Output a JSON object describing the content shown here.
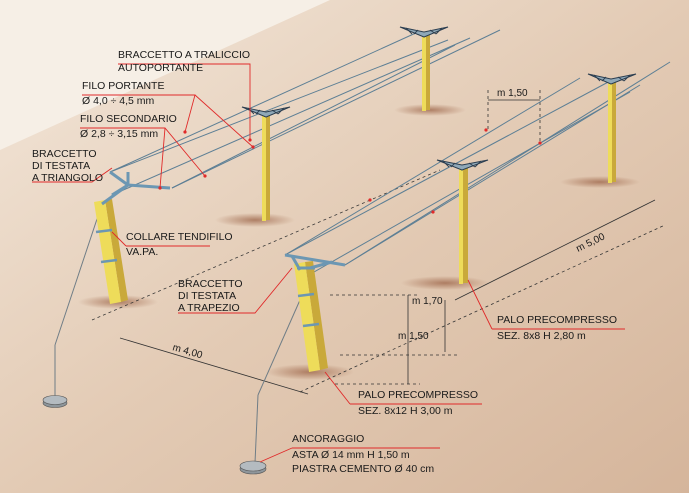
{
  "labels": {
    "braccetto_traliccio_1": "BRACCETTO A TRALICCIO",
    "braccetto_traliccio_2": "AUTOPORTANTE",
    "filo_portante_1": "FILO PORTANTE",
    "filo_portante_2": "Ø 4,0 ÷ 4,5 mm",
    "filo_secondario_1": "FILO SECONDARIO",
    "filo_secondario_2": "Ø 2,8 ÷ 3,15 mm",
    "braccetto_triangolo_1": "BRACCETTO",
    "braccetto_triangolo_2": "DI TESTATA",
    "braccetto_triangolo_3": "A TRIANGOLO",
    "collare_1": "COLLARE TENDIFILO",
    "collare_2": "VA.PA.",
    "braccetto_trapezio_1": "BRACCETTO",
    "braccetto_trapezio_2": "DI TESTATA",
    "braccetto_trapezio_3": "A TRAPEZIO",
    "palo_small_1": "PALO PRECOMPRESSO",
    "palo_small_2": "SEZ. 8x8   H 2,80 m",
    "palo_big_1": "PALO PRECOMPRESSO",
    "palo_big_2": "SEZ. 8x12   H 3,00 m",
    "ancoraggio_1": "ANCORAGGIO",
    "ancoraggio_2": "ASTA  Ø 14 mm   H 1,50 m",
    "ancoraggio_3": "PIASTRA  CEMENTO Ø 40 cm"
  },
  "dimensions": {
    "wire_spacing": "m 1,50",
    "row_spacing": "m 5,00",
    "pole_spacing": "m 4,00",
    "height_total": "m 1,70",
    "height_first": "m 1,50"
  },
  "colors": {
    "background": "#f6efe6",
    "ground": "#dcbfa6",
    "pole_face": "#eedc5a",
    "pole_side": "#c9a93a",
    "bracket": "#7fa9c4",
    "wire": "#5d7f95",
    "leader": "#e02a2a",
    "shadow": "#a8735a",
    "truss": "#2c3e50"
  }
}
